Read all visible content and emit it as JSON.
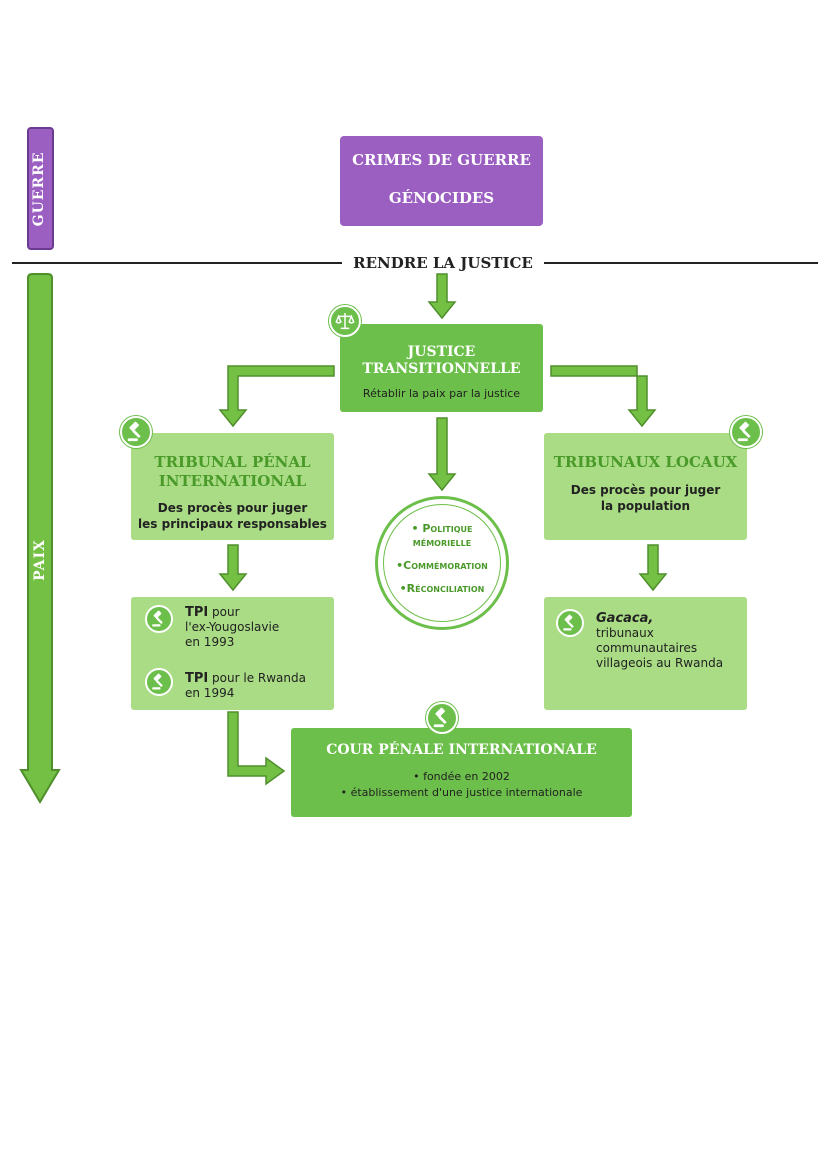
{
  "sidebar": {
    "war_label": "GUERRE",
    "peace_label": "PAIX"
  },
  "top_box": {
    "line1": "CRIMES DE GUERRE",
    "line2": "GÉNOCIDES"
  },
  "divider_label": "RENDRE LA JUSTICE",
  "center_box": {
    "title_line1": "JUSTICE",
    "title_line2": "TRANSITIONNELLE",
    "subtitle": "Rétablir la paix par la justice"
  },
  "left_box": {
    "title_line1": "TRIBUNAL PÉNAL",
    "title_line2": "INTERNATIONAL",
    "desc_line1": "Des procès pour juger",
    "desc_line2": "les principaux responsables"
  },
  "right_box": {
    "title": "TRIBUNAUX LOCAUX",
    "desc_line1": "Des procès pour juger",
    "desc_line2": "la population"
  },
  "circle": {
    "item1_line1": "• Politique",
    "item1_line2": "mémorielle",
    "item2": "•Commémoration",
    "item3": "•Réconciliation"
  },
  "tpi": {
    "item1": {
      "bold": "TPI",
      "rest1": " pour",
      "rest2": "l'ex-Yougoslavie",
      "rest3": "en 1993"
    },
    "item2": {
      "bold": "TPI",
      "rest1": " pour le Rwanda",
      "rest2": "en 1994"
    }
  },
  "gacaca": {
    "title": "Gacaca,",
    "line2": "tribunaux",
    "line3": "communautaires",
    "line4": "villageois au Rwanda"
  },
  "cpi": {
    "title": "COUR PÉNALE INTERNATIONALE",
    "bullet1": "• fondée en 2002",
    "bullet2": "• établissement d'une justice internationale"
  },
  "colors": {
    "purple": "#9b5fc2",
    "green_dark": "#6cbf4a",
    "green_light": "#a9dc84",
    "green_title": "#4a9a2a",
    "sidebar_green": "#74c045"
  },
  "icons": [
    "scales-icon",
    "gavel-icon"
  ]
}
